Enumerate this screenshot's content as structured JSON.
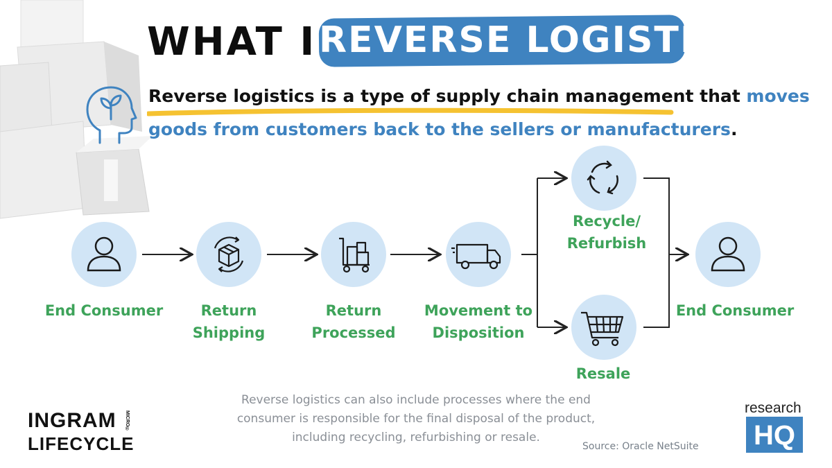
{
  "title": {
    "prefix": "WHAT IS",
    "highlight": "REVERSE LOGISTICS?"
  },
  "definition": {
    "line1_dark": "Reverse logistics is a type of supply chain management",
    "line1_join": " that ",
    "line1_blue": "moves",
    "line2_blue": "goods from customers back to the sellers or manufacturers",
    "line2_end": "."
  },
  "flow": {
    "steps": [
      {
        "label": "End Consumer",
        "icon": "person-icon"
      },
      {
        "label_line1": "Return",
        "label_line2": "Shipping",
        "icon": "box-return-icon"
      },
      {
        "label_line1": "Return",
        "label_line2": "Processed",
        "icon": "cart-boxes-icon"
      },
      {
        "label_line1": "Movement to",
        "label_line2": "Disposition",
        "icon": "truck-icon"
      },
      {
        "label_line1": "Recycle/",
        "label_line2": "Refurbish",
        "icon": "recycle-icon"
      },
      {
        "label": "Resale",
        "icon": "shopping-cart-icon"
      },
      {
        "label": "End Consumer",
        "icon": "person-icon"
      }
    ]
  },
  "footer": {
    "note_line1": "Reverse logistics can also include processes where the end",
    "note_line2": "consumer is responsible for the final disposal of the product,",
    "note_line3": "including recycling, refurbishing or resale.",
    "source": "Source: Oracle NetSuite",
    "brand_left_1": "INGRAM",
    "brand_left_micro": "MICRO®",
    "brand_left_2": "LIFECYCLE",
    "brand_right_1": "research",
    "brand_right_2": "HQ"
  },
  "colors": {
    "accent_blue": "#3f83c0",
    "label_green": "#3ea35a",
    "circle_fill": "#d1e5f6",
    "highlight_yellow": "#f5c231"
  }
}
